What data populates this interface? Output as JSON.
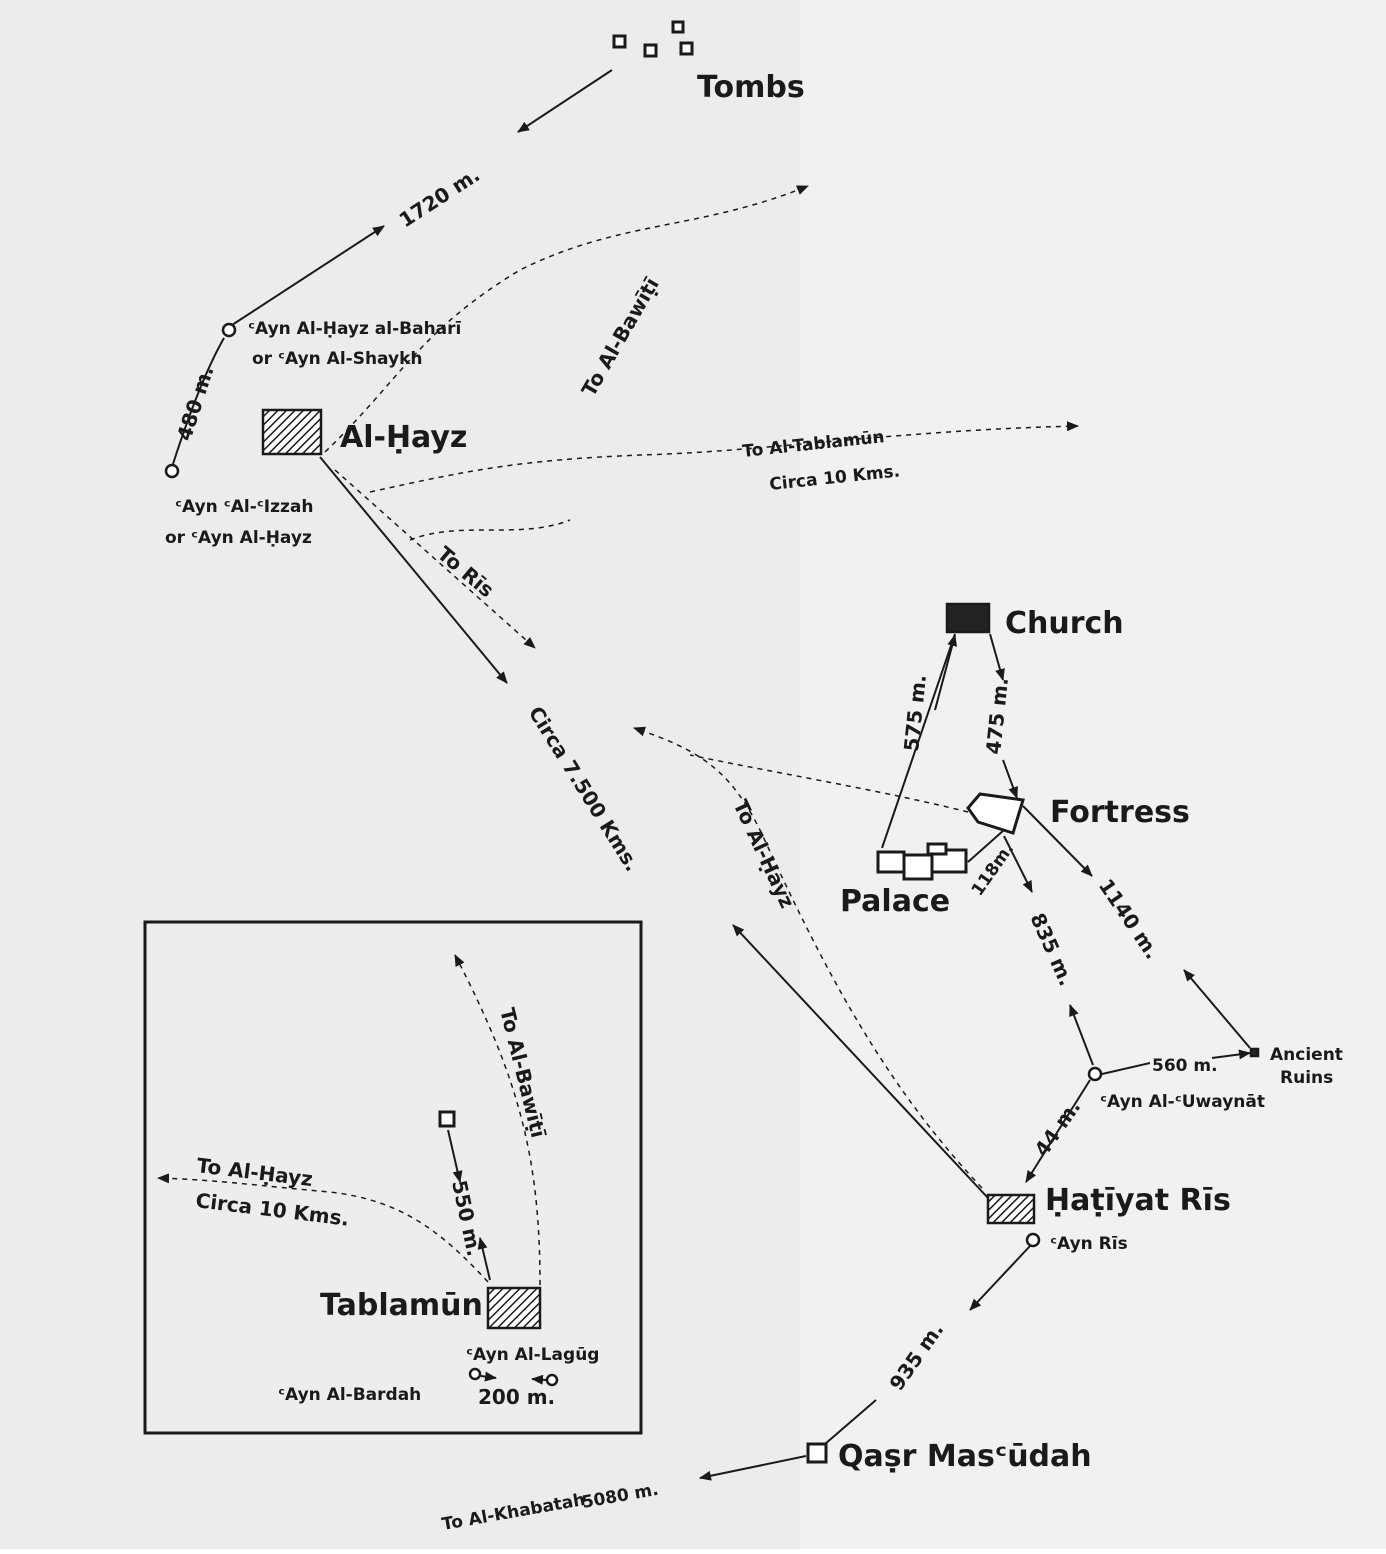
{
  "map": {
    "places": {
      "tombs": "Tombs",
      "al_hayz": "Al-Ḥayz",
      "ayn_al_hayz_bahari": "ᶜAyn Al-Ḥayz al-Baharī",
      "ayn_al_shaykh": "or ᶜAyn Al-Shaykh",
      "ayn_al_izzah": "ᶜAyn ᶜAl-ᶜIzzah",
      "ayn_al_hayz": "or ᶜAyn Al-Ḥayz",
      "church": "Church",
      "fortress": "Fortress",
      "palace": "Palace",
      "ancient_ruins_1": "Ancient",
      "ancient_ruins_2": "Ruins",
      "ayn_al_uwaynat": "ᶜAyn Al-ᶜUwaynāt",
      "hatiyat_ris": "Ḥaṭīyat Rīs",
      "ayn_ris": "ᶜAyn Rīs",
      "qasr_masudah": "Qaṣr Masᶜūdah"
    },
    "routes": {
      "to_al_bawiti": "To Al-Bawīṭī",
      "to_al_tablamun": "To Al-Tablamūn",
      "circa_10_kms": "Circa 10 Kms.",
      "to_ris": "To Rīs",
      "circa_7500": "Circa 7.500 Kms.",
      "to_al_hayz": "To Al-Ḥayz",
      "to_al_khabatah": "To Al-Khabatah",
      "khabatah_distance": "5080 m."
    },
    "distances": {
      "d1720": "1720 m.",
      "d480": "480 m.",
      "d575": "575 m.",
      "d475": "475 m.",
      "d118": "118m.",
      "d835": "835 m.",
      "d1140": "1140 m.",
      "d560": "560 m.",
      "d44": "44 m.",
      "d935": "935 m."
    },
    "inset": {
      "tablamun": "Tablamūn",
      "to_al_bawiti": "To Al-Bawīṭī",
      "to_al_hayz": "To Al-Ḥayz",
      "circa_10_kms": "Circa 10 Kms.",
      "d550": "550 m.",
      "ayn_al_lagug": "ᶜAyn Al-Lagūg",
      "ayn_al_bardah": "ᶜAyn Al-Bardah",
      "d200": "200 m."
    }
  }
}
